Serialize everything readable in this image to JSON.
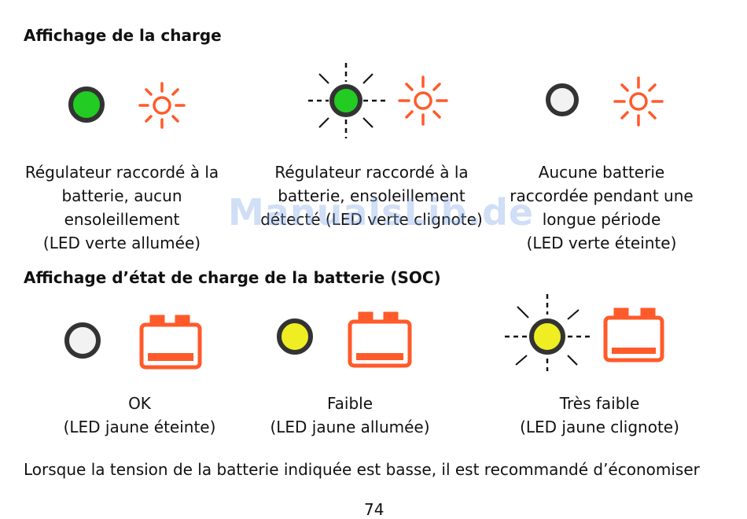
{
  "section1": {
    "heading": "Affichage de la charge",
    "items": [
      {
        "caption": "Régulateur raccordé à la\nbatterie, aucun\nensoleillement\n(LED verte allumée)",
        "led": "green-on",
        "led_color": "#22cc22"
      },
      {
        "caption": "Régulateur raccordé à la\nbatterie, ensoleillement\ndétecté (LED verte clignote)",
        "led": "green-blinking",
        "led_color": "#22cc22"
      },
      {
        "caption": "Aucune batterie\nraccordée pendant une\nlongue période\n(LED verte éteinte)",
        "led": "off",
        "led_color": "#f2f2f2"
      }
    ],
    "sun_icon_color": "#ff5a2a"
  },
  "section2": {
    "heading": "Affichage d’état de charge de la batterie (SOC)",
    "items": [
      {
        "caption": "OK\n(LED jaune éteinte)",
        "led": "off",
        "led_color": "#f2f2f2"
      },
      {
        "caption": "Faible\n(LED jaune allumée)",
        "led": "yellow-on",
        "led_color": "#eeee22"
      },
      {
        "caption": "Très faible\n(LED jaune clignote)",
        "led": "yellow-blinking",
        "led_color": "#eeee22"
      }
    ],
    "battery_icon_color": "#ff5a2a"
  },
  "paragraph": "Lorsque la tension de la batterie indiquée est basse, il est recommandé d’économiser",
  "page_number": "74",
  "watermark": "ManualsLib.de"
}
